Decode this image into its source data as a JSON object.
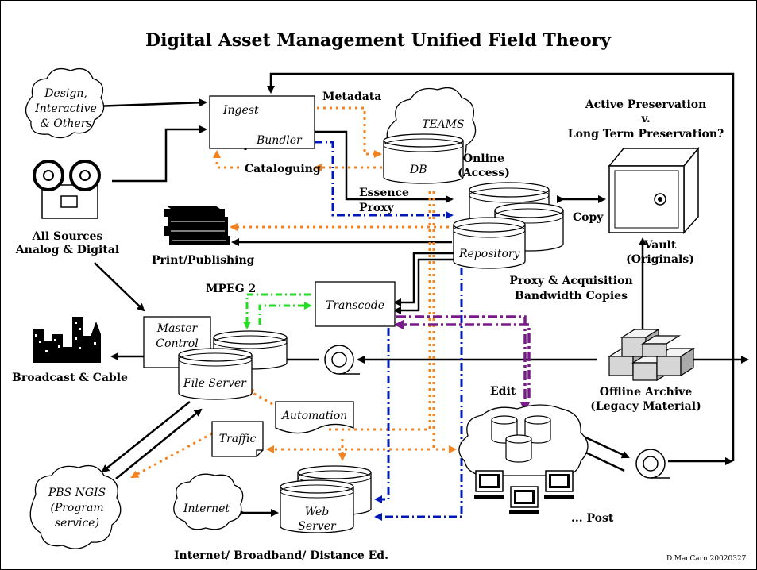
{
  "title": "Digital Asset Management Unified Field Theory",
  "credit": "D.MacCarn 20020327",
  "colors": {
    "orange": "#F5821F",
    "blue": "#0018B8",
    "green": "#22DD22",
    "purple": "#7A1A8A",
    "black": "#000000"
  },
  "nodes": {
    "design": [
      "Design,",
      "Interactive",
      "& Others"
    ],
    "sources": [
      "All Sources",
      "Analog & Digital"
    ],
    "ingest": "Ingest",
    "bundler": "Bundler",
    "teams": "TEAMS",
    "db": "DB",
    "online": [
      "Online",
      "(Access)"
    ],
    "repository": "Repository",
    "copy": "Copy",
    "vault": [
      "Vault",
      "(Originals)"
    ],
    "preservation": [
      "Active Preservation",
      "v.",
      "Long Term Preservation?"
    ],
    "print": "Print/Publishing",
    "proxy_copies": [
      "Proxy & Acquisition",
      "Bandwidth Copies"
    ],
    "transcode": "Transcode",
    "mpeg2": "MPEG 2",
    "master_control": [
      "Master",
      "Control"
    ],
    "file_server": "File Server",
    "broadcast": "Broadcast & Cable",
    "offline_archive": [
      "Offline Archive",
      "(Legacy Material)"
    ],
    "edit": "Edit",
    "automation": "Automation",
    "traffic": "Traffic",
    "pbs": [
      "PBS NGIS",
      "(Program",
      "service)"
    ],
    "internet": "Internet",
    "web_server": [
      "Web",
      "Server"
    ],
    "post": "... Post",
    "internet_label": "Internet/ Broadband/ Distance Ed."
  },
  "flow_labels": {
    "metadata": "Metadata",
    "cataloguing": "Cataloguing",
    "essence": "Essence",
    "proxy": "Proxy"
  }
}
